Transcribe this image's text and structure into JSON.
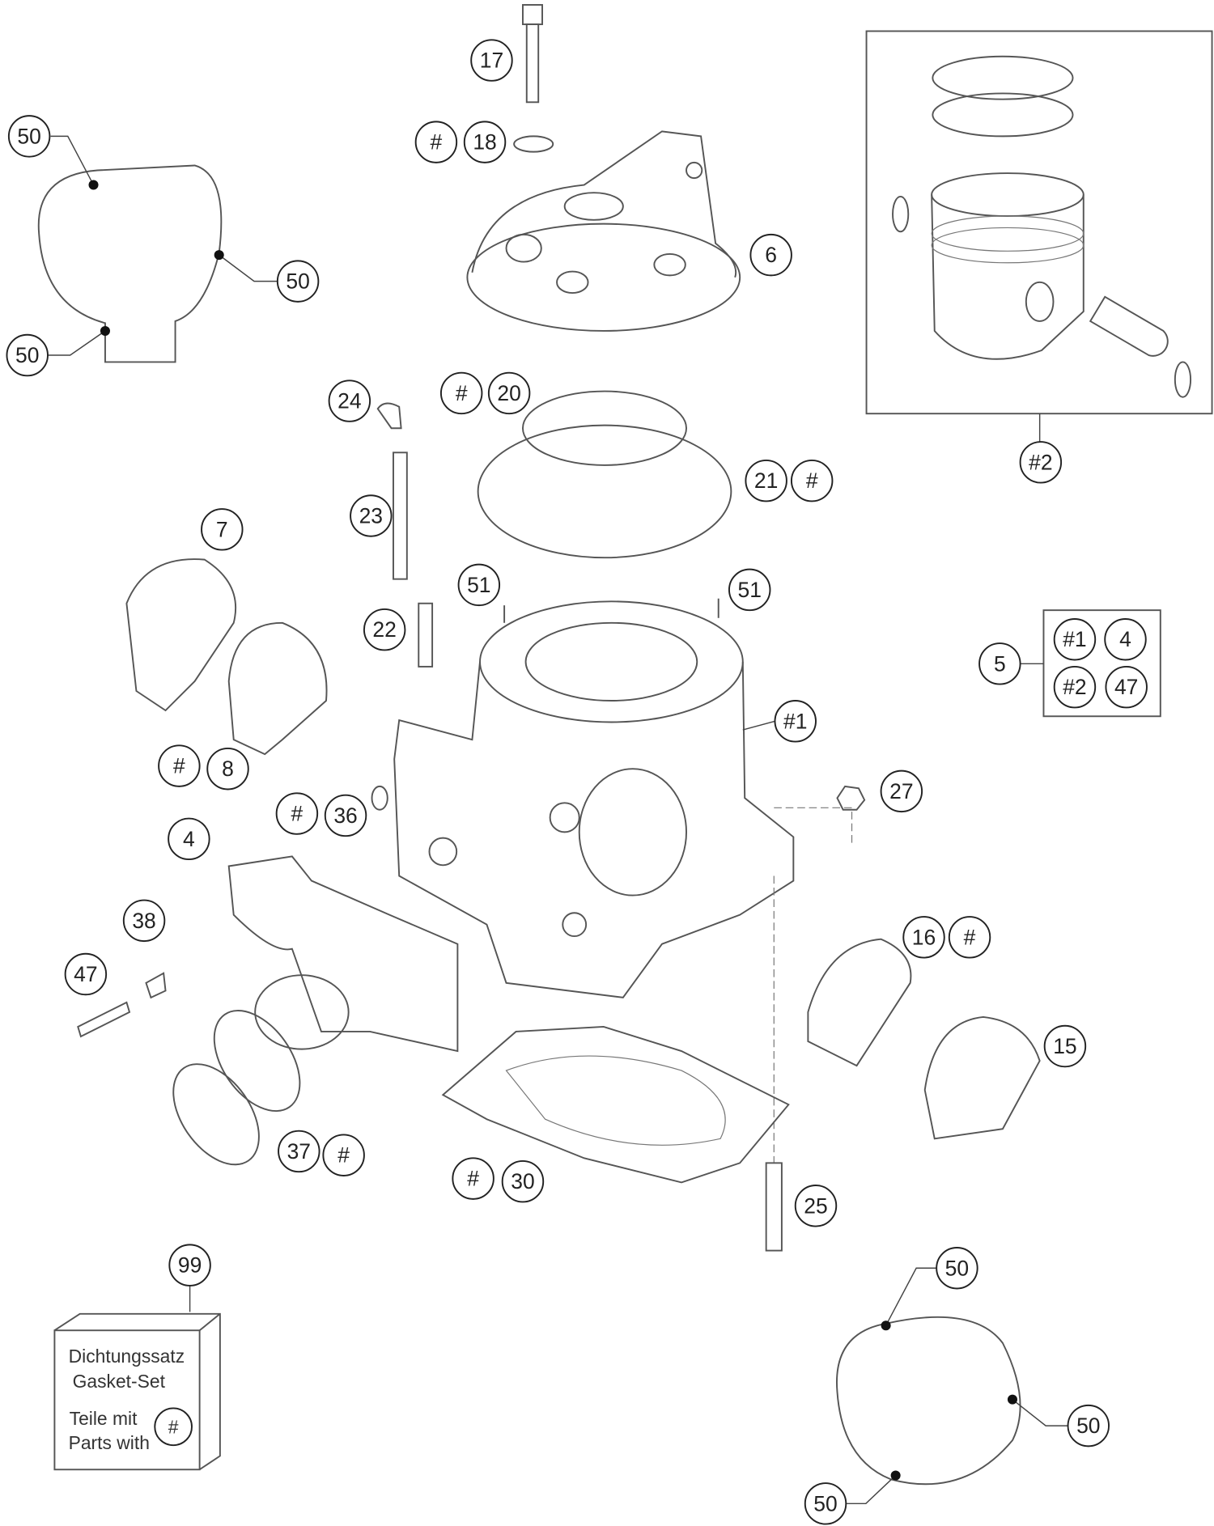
{
  "diagram": {
    "title": "Cylinder exploded parts diagram",
    "callouts": [
      "17",
      "#",
      "18",
      "50",
      "50",
      "50",
      "6",
      "#2",
      "24",
      "#",
      "20",
      "21",
      "#",
      "23",
      "7",
      "51",
      "51",
      "22",
      "#1",
      "4",
      "#2",
      "47",
      "5",
      "#1",
      "#",
      "8",
      "27",
      "#",
      "36",
      "4",
      "38",
      "16",
      "#",
      "47",
      "15",
      "37",
      "#",
      "#",
      "30",
      "25",
      "99",
      "50",
      "50",
      "50"
    ],
    "gasket_set_box": {
      "line1": "Dichtungssatz",
      "line2": "Gasket-Set",
      "line3": "Teile mit",
      "line4": "Parts with",
      "symbol": "#"
    }
  }
}
